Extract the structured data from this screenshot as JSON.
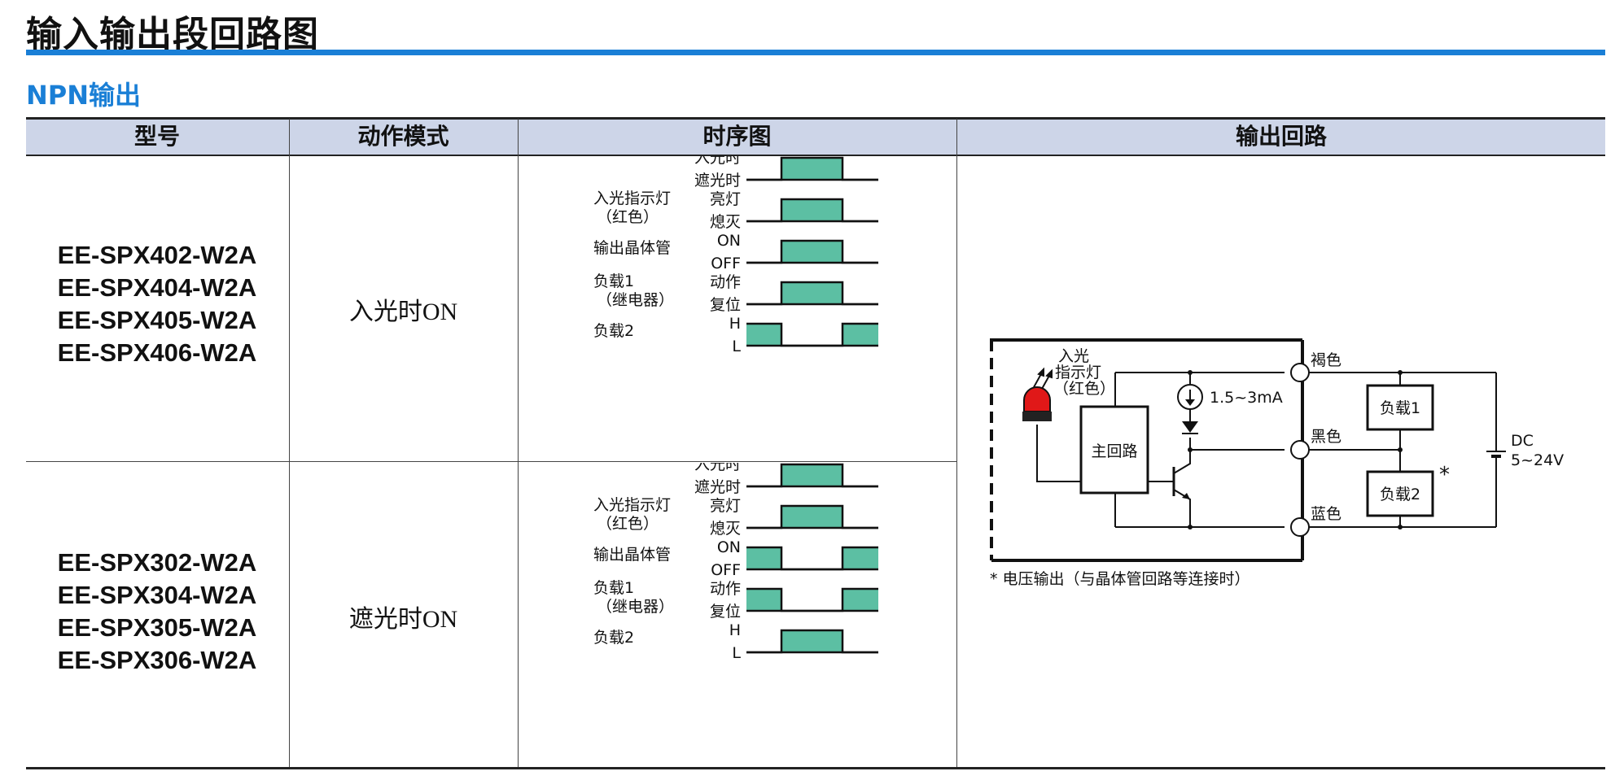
{
  "page_title": "输入输出段回路图",
  "section_title": "NPN输出",
  "table": {
    "headers": [
      "型号",
      "动作模式",
      "时序图",
      "输出回路"
    ],
    "rows": [
      {
        "models": [
          "EE-SPX402-W2A",
          "EE-SPX404-W2A",
          "EE-SPX405-W2A",
          "EE-SPX406-W2A"
        ],
        "mode": "入光时ON",
        "timing": [
          {
            "label": "",
            "states": [
              "入光时",
              "遮光时"
            ],
            "pattern": [
              0,
              1,
              0
            ]
          },
          {
            "label": "入光指示灯\n（红色）",
            "states": [
              "亮灯",
              "熄灭"
            ],
            "pattern": [
              0,
              1,
              0
            ]
          },
          {
            "label": "输出晶体管",
            "states": [
              "ON",
              "OFF"
            ],
            "pattern": [
              0,
              1,
              0
            ]
          },
          {
            "label": "负载1\n（继电器）",
            "states": [
              "动作",
              "复位"
            ],
            "pattern": [
              0,
              1,
              0
            ]
          },
          {
            "label": "负载2",
            "states": [
              "H",
              "L"
            ],
            "pattern": [
              1,
              0,
              1
            ]
          }
        ]
      },
      {
        "models": [
          "EE-SPX302-W2A",
          "EE-SPX304-W2A",
          "EE-SPX305-W2A",
          "EE-SPX306-W2A"
        ],
        "mode": "遮光时ON",
        "timing": [
          {
            "label": "",
            "states": [
              "入光时",
              "遮光时"
            ],
            "pattern": [
              0,
              1,
              0
            ]
          },
          {
            "label": "入光指示灯\n（红色）",
            "states": [
              "亮灯",
              "熄灭"
            ],
            "pattern": [
              0,
              1,
              0
            ]
          },
          {
            "label": "输出晶体管",
            "states": [
              "ON",
              "OFF"
            ],
            "pattern": [
              1,
              0,
              1
            ]
          },
          {
            "label": "负载1\n（继电器）",
            "states": [
              "动作",
              "复位"
            ],
            "pattern": [
              1,
              0,
              1
            ]
          },
          {
            "label": "负载2",
            "states": [
              "H",
              "L"
            ],
            "pattern": [
              0,
              1,
              0
            ]
          }
        ]
      }
    ]
  },
  "circuit": {
    "indicator_label": "入光\n指示灯\n（红色）",
    "current": "1.5~3mA",
    "main_circuit": "主回路",
    "wires": [
      "褐色",
      "黑色",
      "蓝色"
    ],
    "load1": "负载1",
    "load2": "负载2",
    "asterisk": "*",
    "supply": [
      "DC",
      "5~24V"
    ],
    "note": "* 电压输出（与晶体管回路等连接时）"
  },
  "colors": {
    "accent": "#1a7fd6",
    "header_band": "#cdd5e8",
    "pulse_fill": "#5cbfa3",
    "indicator_red": "#e01818"
  }
}
